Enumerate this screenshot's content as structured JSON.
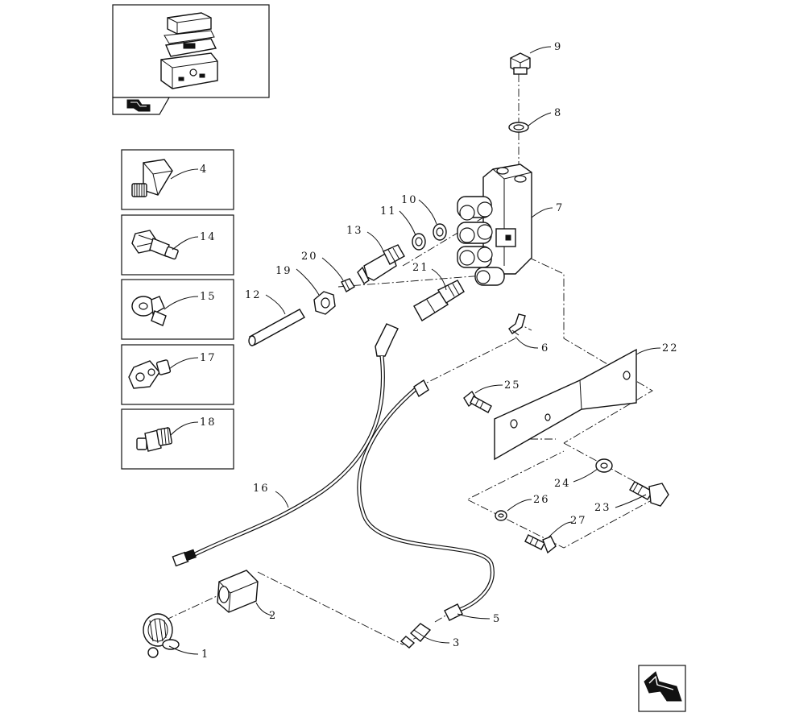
{
  "callouts": [
    {
      "id": "1",
      "text": "1"
    },
    {
      "id": "2",
      "text": "2"
    },
    {
      "id": "3",
      "text": "3"
    },
    {
      "id": "4",
      "text": "4"
    },
    {
      "id": "5",
      "text": "5"
    },
    {
      "id": "6",
      "text": "6"
    },
    {
      "id": "7",
      "text": "7"
    },
    {
      "id": "8",
      "text": "8"
    },
    {
      "id": "9",
      "text": "9"
    },
    {
      "id": "10",
      "text": "10"
    },
    {
      "id": "11",
      "text": "11"
    },
    {
      "id": "12",
      "text": "12"
    },
    {
      "id": "13",
      "text": "13"
    },
    {
      "id": "14",
      "text": "14"
    },
    {
      "id": "15",
      "text": "15"
    },
    {
      "id": "16",
      "text": "16"
    },
    {
      "id": "17",
      "text": "17"
    },
    {
      "id": "18",
      "text": "18"
    },
    {
      "id": "19",
      "text": "19"
    },
    {
      "id": "20",
      "text": "20"
    },
    {
      "id": "21",
      "text": "21"
    },
    {
      "id": "22",
      "text": "22"
    },
    {
      "id": "23",
      "text": "23"
    },
    {
      "id": "24",
      "text": "24"
    },
    {
      "id": "25",
      "text": "25"
    },
    {
      "id": "26",
      "text": "26"
    },
    {
      "id": "27",
      "text": "27"
    }
  ],
  "icons": {
    "overview": "overview-thumbnail-icon",
    "back_arrow": "back-arrow-icon",
    "next_arrow": "next-page-arrow-icon"
  }
}
